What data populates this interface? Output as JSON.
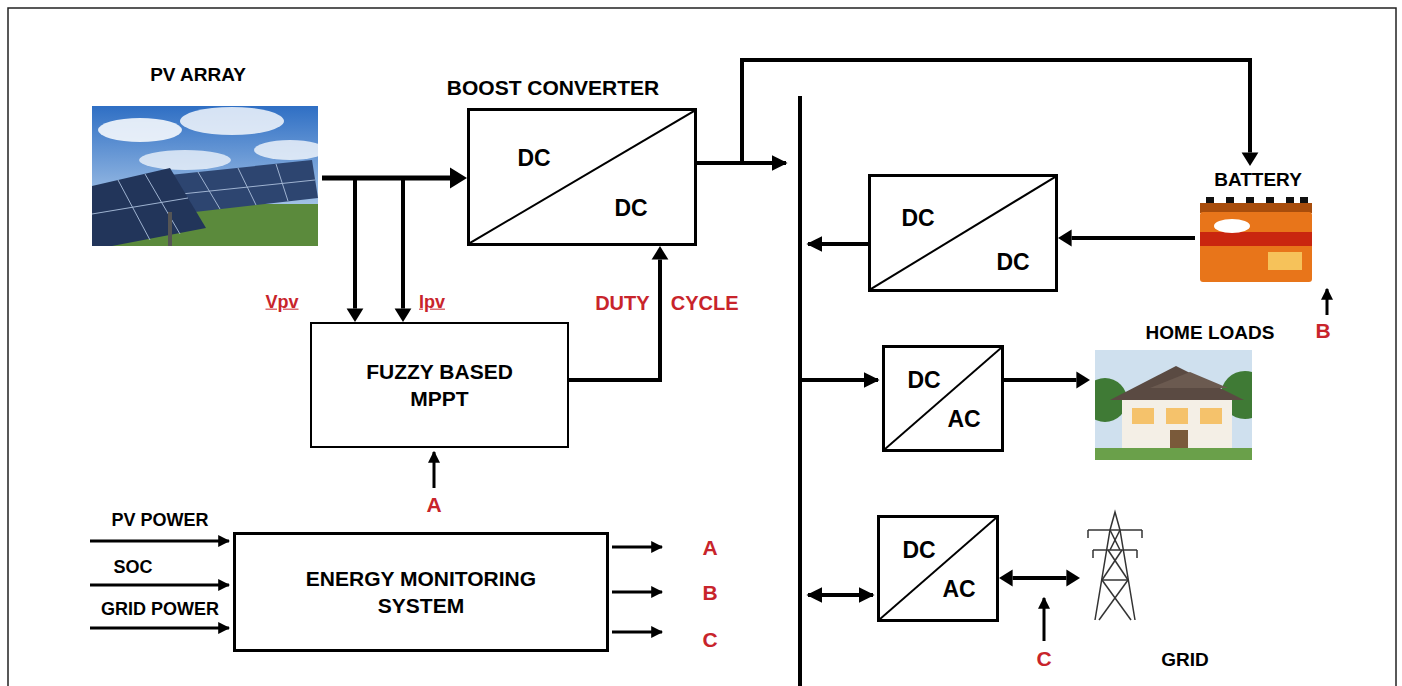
{
  "diagram": {
    "nodes": [
      {
        "text": [
          "PV ARRAY"
        ]
      },
      {
        "text": [
          "BOOST CONVERTER",
          "DC",
          "DC"
        ]
      },
      {
        "text": [
          "FUZZY BASED MPPT"
        ]
      },
      {
        "text": [
          "ENERGY MONITORING SYSTEM"
        ]
      },
      {
        "text": [
          "DC",
          "DC"
        ]
      },
      {
        "text": [
          "BATTERY"
        ]
      },
      {
        "text": [
          "DC",
          "AC"
        ]
      },
      {
        "text": [
          "HOME LOADS"
        ]
      },
      {
        "text": [
          "DC",
          "AC"
        ]
      },
      {
        "text": [
          "GRID"
        ]
      }
    ],
    "edges": [
      {
        "from": 0,
        "to": 1,
        "arrow": "to"
      },
      {
        "from": 0,
        "to": 2,
        "label": "Vpv",
        "arrow": "to"
      },
      {
        "from": 0,
        "to": 2,
        "label": "Ipv",
        "arrow": "to"
      },
      {
        "from": 2,
        "to": 1,
        "label": "DUTY CYCLE",
        "arrow": "to"
      },
      {
        "from": 1,
        "to": 5,
        "arrow": "to"
      },
      {
        "from": 5,
        "to": 4,
        "arrow": "to"
      },
      {
        "from": 6,
        "to": 7,
        "arrow": "to"
      },
      {
        "from": 8,
        "to": 9,
        "arrow": "both"
      }
    ],
    "labels": [
      "PV POWER",
      "SOC",
      "GRID POWER",
      "A",
      "B",
      "C",
      "A",
      "B",
      "C"
    ]
  }
}
